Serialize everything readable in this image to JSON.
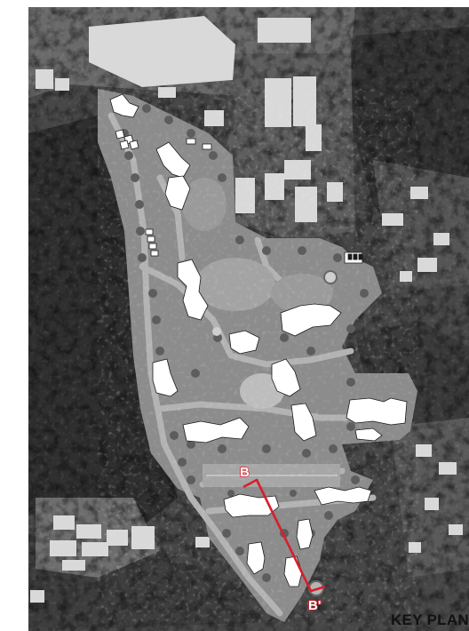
{
  "title": "KEY PLAN",
  "section_line": {
    "start_label": "B",
    "end_label": "B'",
    "color": "#d81e2a"
  },
  "colors": {
    "building": "#ffffff",
    "forest": "#3c3c3c",
    "site_ground": "#8a8a8a",
    "road": "#b2b2b2"
  }
}
